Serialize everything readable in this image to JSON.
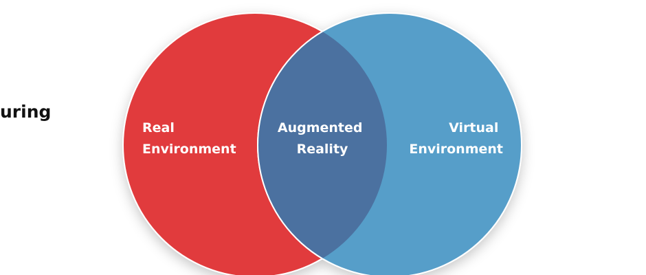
{
  "side_text": "uring",
  "diagram": {
    "type": "venn",
    "sets": [
      {
        "label_lines": [
          "Real",
          "Environment"
        ],
        "color": "#e13a3c"
      },
      {
        "label_lines": [
          "Virtual",
          "Environment"
        ],
        "color": "#579ec9"
      }
    ],
    "intersection": {
      "label_lines": [
        "Augmented",
        "Reality"
      ],
      "color": "#4c71a0"
    },
    "label_color": "#ffffff",
    "outline_color": "#ffffff"
  }
}
